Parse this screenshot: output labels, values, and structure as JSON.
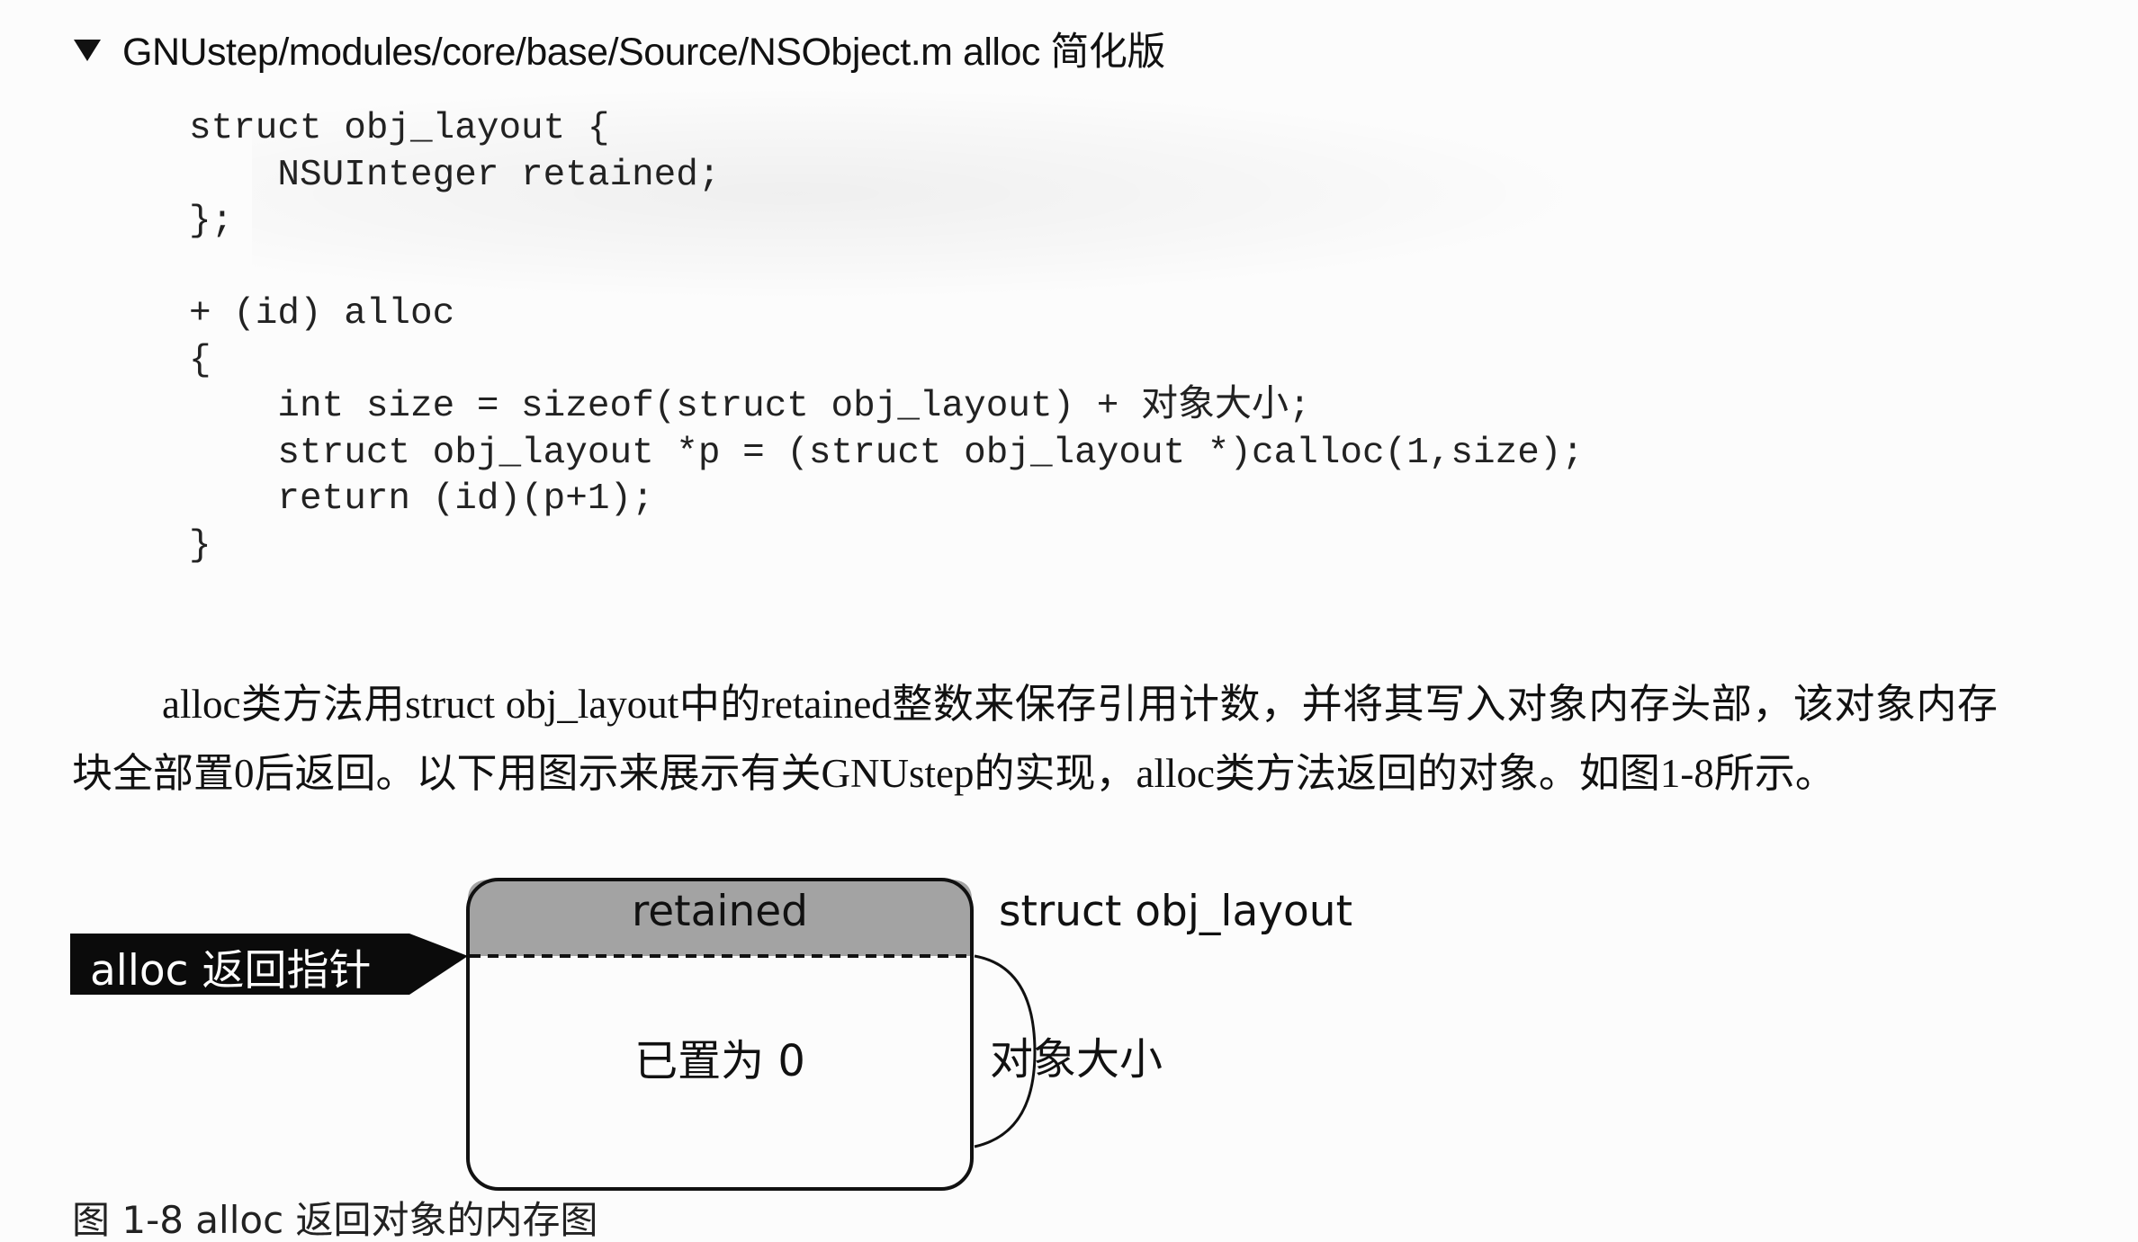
{
  "source_header": {
    "text": "GNUstep/modules/core/base/Source/NSObject.m alloc 简化版"
  },
  "code": [
    "struct obj_layout {",
    "    NSUInteger retained;",
    "};",
    "",
    "+ (id) alloc",
    "{",
    "    int size = sizeof(struct obj_layout) + 对象大小;",
    "    struct obj_layout *p = (struct obj_layout *)calloc(1,size);",
    "    return (id)(p+1);",
    "}"
  ],
  "paragraph": "alloc类方法用struct obj_layout中的retained整数来保存引用计数，并将其写入对象内存头部，该对象内存块全部置0后返回。以下用图示来展示有关GNUstep的实现，alloc类方法返回的对象。如图1-8所示。",
  "diagram": {
    "pointer_label": "alloc 返回指针",
    "retained_label": "retained",
    "struct_label": "struct obj_layout",
    "zero_label": "已置为 0",
    "size_label": "对象大小"
  },
  "caption_partial": "图 1-8 alloc 返回对象的内存图",
  "colors": {
    "retained_fill": "#a3a3a3",
    "arrow_fill": "#0b0b0b",
    "outline": "#111111"
  }
}
